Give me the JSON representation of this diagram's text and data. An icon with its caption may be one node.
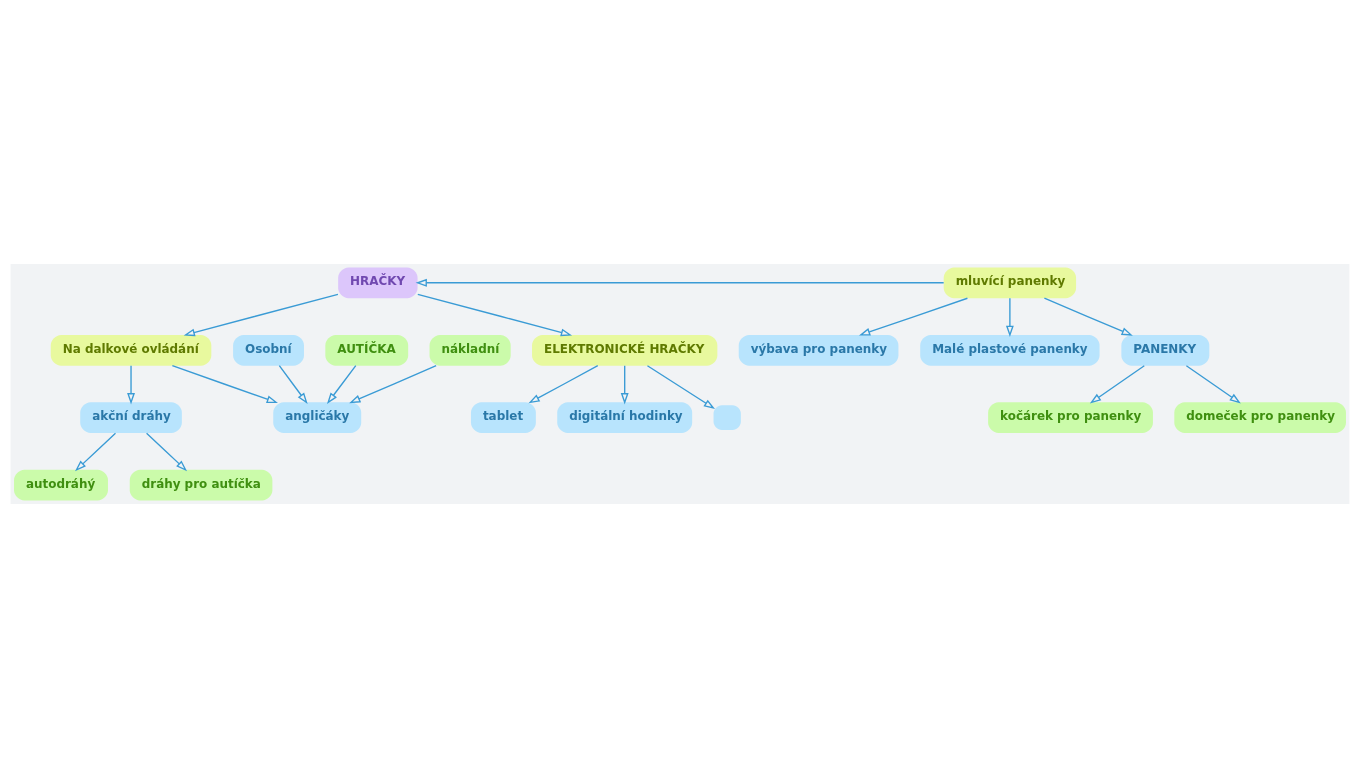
{
  "diagram": {
    "nodes": [
      {
        "text": [
          "HRAČKY"
        ]
      },
      {
        "text": [
          "Na dalkové ovládání"
        ]
      },
      {
        "text": [
          "akční dráhy"
        ]
      },
      {
        "text": [
          "mluvící panenky"
        ]
      },
      {
        "text": [
          "ELEKTRONICKÉ HRAČKY"
        ]
      },
      {
        "text": [
          "angličáky"
        ]
      },
      {
        "text": [
          "Osobní"
        ]
      },
      {
        "text": [
          "AUTÍČKA"
        ]
      },
      {
        "text": [
          "nákladní"
        ]
      },
      {
        "text": [
          "autodráhý"
        ]
      },
      {
        "text": [
          "dráhy pro autíčka"
        ]
      },
      {
        "text": [
          "výbava pro panenky"
        ]
      },
      {
        "text": [
          "Malé plastové panenky"
        ]
      },
      {
        "text": [
          "PANENKY"
        ]
      },
      {
        "text": [
          "kočárek pro panenky"
        ]
      },
      {
        "text": [
          "domeček pro panenky"
        ]
      },
      {
        "text": [
          "tablet"
        ]
      },
      {
        "text": [
          "digitální hodinky"
        ]
      },
      {
        "text": [],
        "shape": "box"
      }
    ],
    "edges": [
      {
        "from": 0,
        "to": 1,
        "arrow": "to"
      },
      {
        "from": 3,
        "to": 0,
        "arrow": "to"
      },
      {
        "from": 0,
        "to": 4,
        "arrow": "to"
      },
      {
        "from": 1,
        "to": 2,
        "arrow": "to"
      },
      {
        "from": 1,
        "to": 5,
        "arrow": "to"
      },
      {
        "from": 6,
        "to": 5,
        "arrow": "to"
      },
      {
        "from": 7,
        "to": 5,
        "arrow": "to"
      },
      {
        "from": 8,
        "to": 5,
        "arrow": "to"
      },
      {
        "from": 2,
        "to": 9,
        "arrow": "to"
      },
      {
        "from": 2,
        "to": 10,
        "arrow": "to"
      },
      {
        "from": 3,
        "to": 11,
        "arrow": "to"
      },
      {
        "from": 3,
        "to": 12,
        "arrow": "to"
      },
      {
        "from": 3,
        "to": 13,
        "arrow": "to"
      },
      {
        "from": 13,
        "to": 14,
        "arrow": "to"
      },
      {
        "from": 13,
        "to": 15,
        "arrow": "to"
      },
      {
        "from": 4,
        "to": 16,
        "arrow": "to"
      },
      {
        "from": 4,
        "to": 17,
        "arrow": "to"
      },
      {
        "from": 4,
        "to": 18,
        "arrow": "to"
      }
    ]
  }
}
